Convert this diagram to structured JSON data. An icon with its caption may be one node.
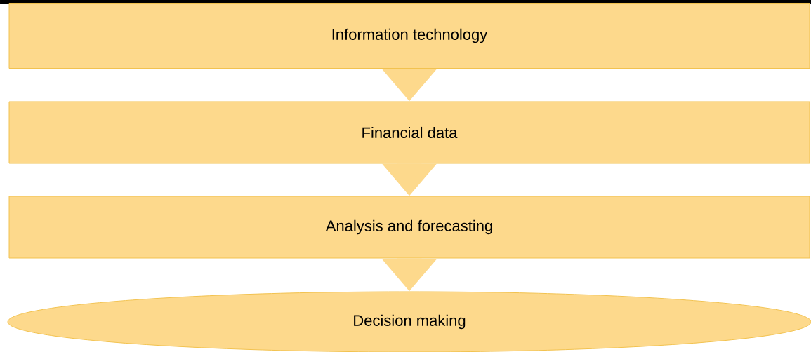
{
  "diagram": {
    "nodes": [
      {
        "text": [
          "Information technology"
        ]
      },
      {
        "text": [
          "Financial data"
        ]
      },
      {
        "text": [
          "Analysis and forecasting"
        ]
      },
      {
        "text": [
          "Decision making"
        ]
      }
    ],
    "edges": [
      {
        "from": 0,
        "to": 1,
        "arrow": "to"
      },
      {
        "from": 1,
        "to": 2,
        "arrow": "to"
      },
      {
        "from": 2,
        "to": 3,
        "arrow": "to"
      }
    ]
  }
}
